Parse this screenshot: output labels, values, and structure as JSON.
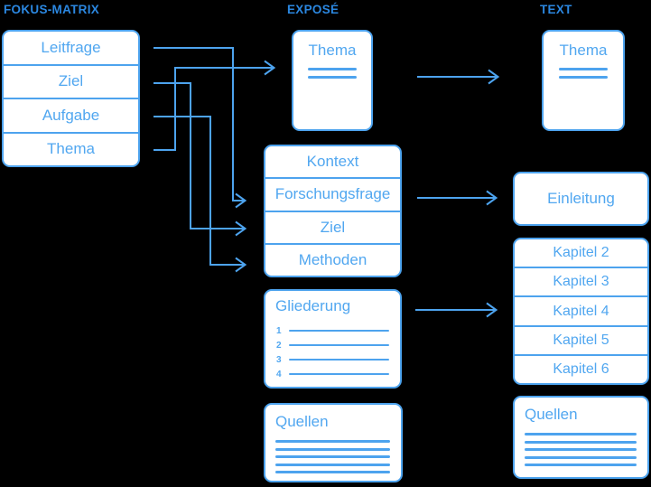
{
  "colors": {
    "background": "#000000",
    "box_fill": "#ffffff",
    "accent_stroke": "#4da3ee",
    "box_text": "#51a7f0",
    "header_text": "#2b87e0"
  },
  "columns": {
    "fokus_matrix": {
      "header": "FOKUS-MATRIX",
      "rows": [
        "Leitfrage",
        "Ziel",
        "Aufgabe",
        "Thema"
      ]
    },
    "expose": {
      "header": "EXPOSÉ",
      "thema_card": {
        "title": "Thema",
        "placeholder_lines": 2
      },
      "structure_rows": [
        "Kontext",
        "Forschungsfrage",
        "Ziel",
        "Methoden"
      ],
      "gliederung_card": {
        "title": "Gliederung",
        "item_numbers": [
          "1",
          "2",
          "3",
          "4"
        ]
      },
      "quellen_card": {
        "title": "Quellen",
        "placeholder_lines": 5
      }
    },
    "text": {
      "header": "TEXT",
      "thema_card": {
        "title": "Thema",
        "placeholder_lines": 2
      },
      "einleitung_label": "Einleitung",
      "kapitel_rows": [
        "Kapitel 2",
        "Kapitel 3",
        "Kapitel 4",
        "Kapitel 5",
        "Kapitel 6"
      ],
      "quellen_card": {
        "title": "Quellen",
        "placeholder_lines": 5
      }
    }
  },
  "connectors": [
    {
      "from": "Leitfrage",
      "to": "Forschungsfrage"
    },
    {
      "from": "Ziel",
      "to": "Ziel (Exposé)"
    },
    {
      "from": "Aufgabe",
      "to": "Methoden"
    },
    {
      "from": "Thema (Fokus-Matrix)",
      "to": "Thema (Exposé)"
    },
    {
      "from": "Thema (Exposé)",
      "to": "Thema (Text)"
    },
    {
      "from": "Exposé-Struktur",
      "to": "Einleitung"
    },
    {
      "from": "Gliederung",
      "to": "Kapitel 2–6"
    }
  ]
}
